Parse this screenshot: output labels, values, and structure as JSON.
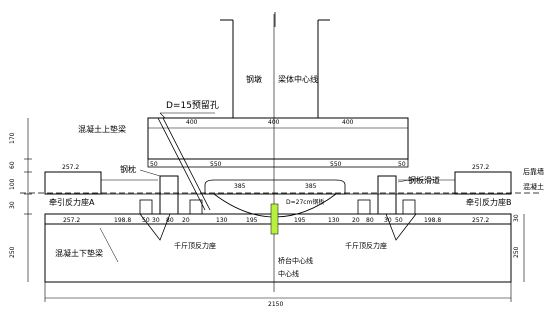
{
  "labels": {
    "gangdun": "钢墩",
    "liangti_center": "梁体中心线",
    "hole": "D=15预留孔",
    "concrete_upper": "混凝土上垫梁",
    "gangzhen": "钢枕",
    "hlhd": "钢板滑道",
    "qianjindi": "后靠墙",
    "concrete_side": "混凝土",
    "reaction_left": "牵引反力座A",
    "reaction_right": "牵引反力座B",
    "jack_left": "千斤顶反力座",
    "jack_right": "千斤顶反力座",
    "concrete_lower": "混凝土下垫梁",
    "pier_center_1": "桥台中心线",
    "pier_center_2": "中心线",
    "plate": "D=27cm钢板"
  },
  "dimensions": {
    "d400_left": "400",
    "d400_mid": "400",
    "d400_right": "400",
    "d50_left": "50",
    "d550_left": "550",
    "d550_right": "550",
    "d50_right": "50",
    "d385_left": "385",
    "d385_right": "385",
    "d257_top_left": "257.2",
    "d257_top_right": "257.2",
    "d257_bot_left": "257.2",
    "d198_left": "198.8",
    "d50a": "50",
    "d30a": "30",
    "d80a": "80",
    "d20a": "20",
    "d130a": "130",
    "d195a": "195",
    "d195b": "195",
    "d130b": "130",
    "d20b": "20",
    "d80b": "80",
    "d30b": "30",
    "d50b": "50",
    "d198_right": "198.8",
    "d257_bot_right": "257.2",
    "v170": "170",
    "v60": "60",
    "v100": "100",
    "v30": "30",
    "v250_left": "250",
    "v250_right": "250",
    "v30_right": "30",
    "total": "2150"
  }
}
